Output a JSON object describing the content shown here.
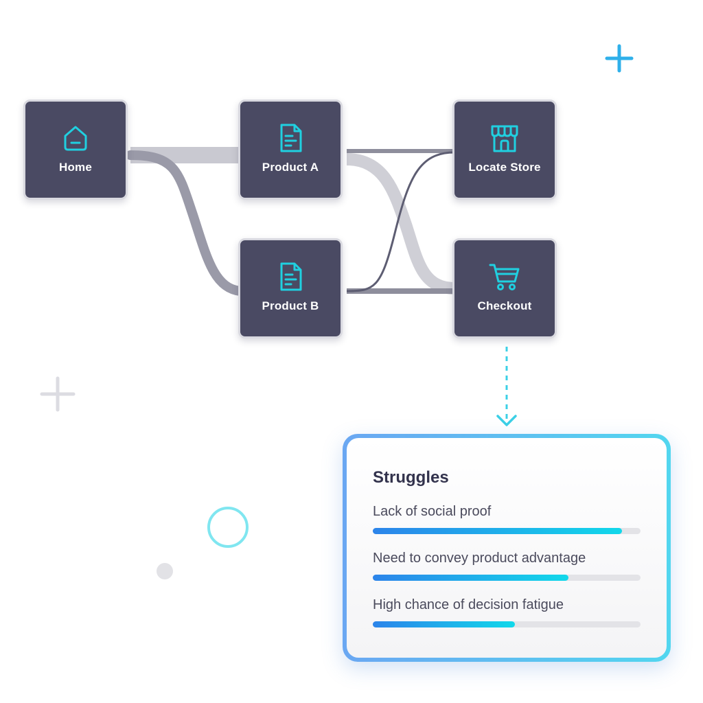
{
  "nodes": {
    "home": {
      "label": "Home",
      "icon": "home-icon"
    },
    "product_a": {
      "label": "Product A",
      "icon": "document-icon"
    },
    "locate_store": {
      "label": "Locate Store",
      "icon": "store-icon"
    },
    "product_b": {
      "label": "Product B",
      "icon": "document-icon"
    },
    "checkout": {
      "label": "Checkout",
      "icon": "shopping-cart-icon"
    }
  },
  "struggles": {
    "title": "Struggles",
    "items": [
      {
        "label": "Lack of social proof",
        "level": 0.93
      },
      {
        "label": "Need to convey product advantage",
        "level": 0.73
      },
      {
        "label": "High chance of decision fatigue",
        "level": 0.53
      }
    ]
  },
  "colors": {
    "node_bg": "#4a4a63",
    "icon_accent": "#20d0e0",
    "bar_start": "#2c84ea",
    "bar_end": "#12d8ea",
    "panel_border": "#52d6ef"
  }
}
